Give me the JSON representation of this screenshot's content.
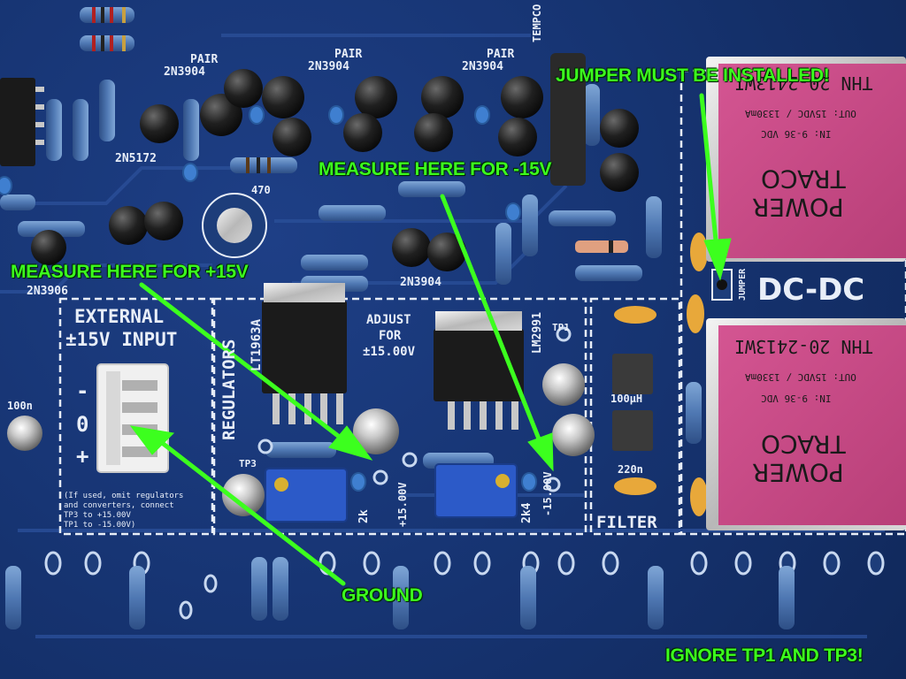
{
  "annotations": {
    "jumper": "JUMPER MUST BE INSTALLED!",
    "measure_neg": "MEASURE HERE FOR -15V",
    "measure_pos": "MEASURE HERE FOR +15V",
    "ground": "GROUND",
    "ignore": "IGNORE TP1 AND TP3!"
  },
  "silkscreen": {
    "pair1": "PAIR",
    "pair1_part": "2N3904",
    "pair2": "PAIR",
    "pair2_part": "2N3904",
    "pair3": "PAIR",
    "pair3_part": "2N3904",
    "tempco": "TEMPCO",
    "part_2n5172": "2N5172",
    "part_2n3906": "2N3906",
    "part_2n3904": "2N3904",
    "r470": "470",
    "external_line1": "EXTERNAL",
    "external_line2": "±15V INPUT",
    "pin_minus": "-",
    "pin_zero": "0",
    "pin_plus": "+",
    "note_line1": "(If used, omit regulators",
    "note_line2": "and converters, connect",
    "note_line3": "TP3 to +15.00V",
    "note_line4": "TP1 to -15.00V)",
    "regulators": "REGULATORS",
    "lt1963a": "LT1963A",
    "adjust_line1": "ADJUST",
    "adjust_line2": "FOR",
    "adjust_line3": "±15.00V",
    "lm2991": "LM2991",
    "tp1": "TP1",
    "tp3": "TP3",
    "plus15": "+15.00V",
    "minus15": "-15.00V",
    "pot1": "2k",
    "pot2": "2k4",
    "filter": "FILTER",
    "ind": "100µH",
    "cap220": "220n",
    "cap100": "100n",
    "dcdc": "DC-DC",
    "jumper_label": "JUMPER"
  },
  "modules": {
    "model": "THN 20-2413WI",
    "brand_line1": "TRACO",
    "brand_line2": "POWER",
    "out": "OUT: 15VDC / 1330mA",
    "in": "IN: 9-36 VDC"
  },
  "colors": {
    "board": "#173574",
    "annotation": "#3cff1e",
    "module": "#c94a86"
  }
}
